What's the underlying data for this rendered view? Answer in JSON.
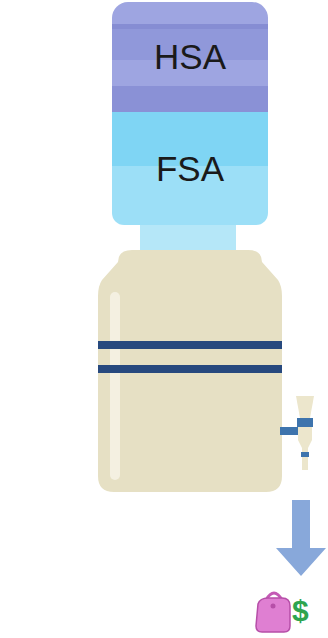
{
  "diagram": {
    "nodes": [
      {
        "text": [
          "HSA"
        ]
      },
      {
        "text": [
          "FSA"
        ]
      }
    ],
    "labels": [
      "$"
    ]
  }
}
